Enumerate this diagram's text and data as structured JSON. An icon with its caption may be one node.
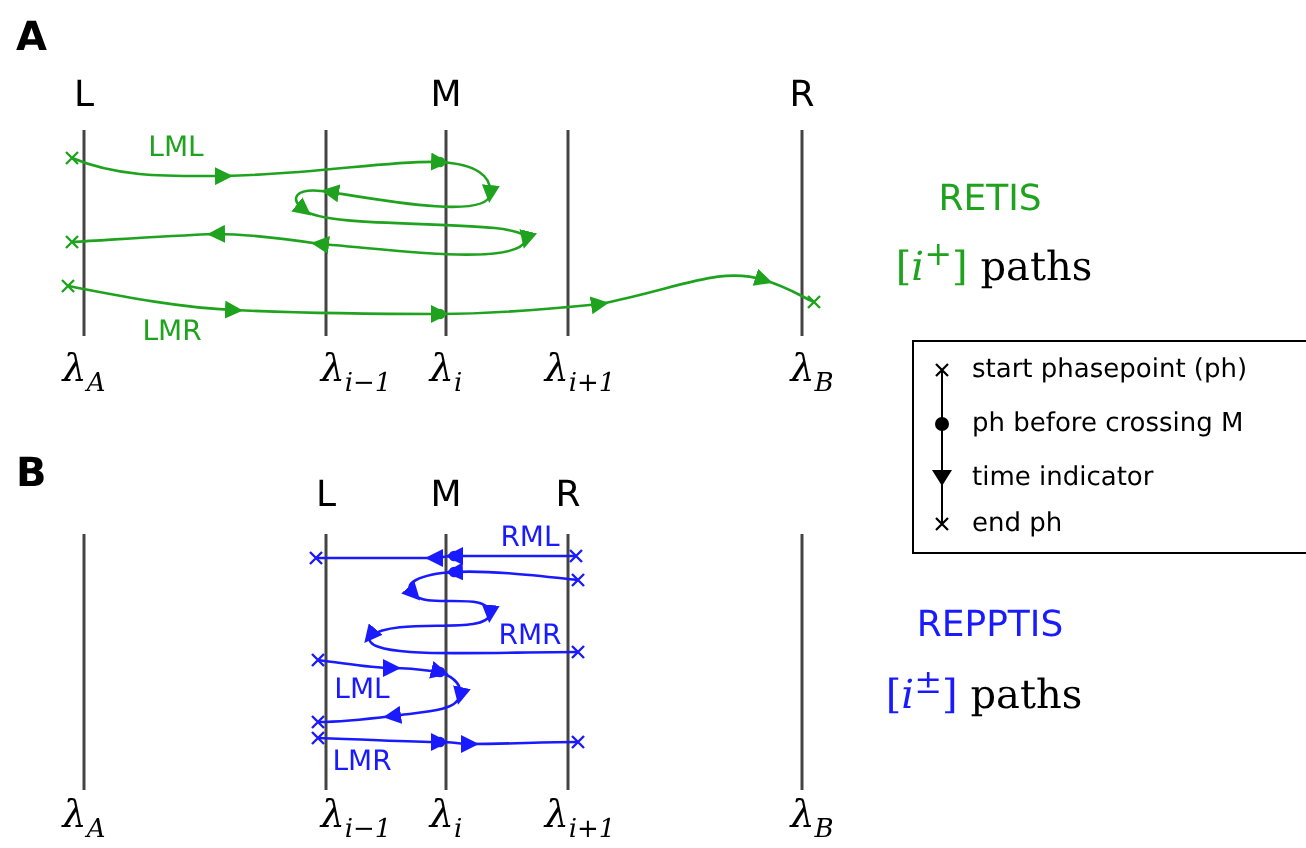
{
  "diagram": {
    "labels": [
      "A",
      "L",
      "M",
      "R",
      "LML",
      "RETIS",
      "[*i*$^{+}$] paths",
      "LMR",
      "λ$_{A}$",
      "λ$_{i−1}$",
      "λ$_{i}$",
      "λ$_{i+1}$",
      "λ$_{B}$",
      "B",
      "L",
      "M",
      "R",
      "RML",
      "RMR",
      "LML",
      "REPPTIS",
      "[*i*$^{±}$] paths",
      "LMR",
      "λ$_{A}$",
      "λ$_{i−1}$",
      "λ$_{i}$",
      "λ$_{i+1}$",
      "λ$_{B}$"
    ],
    "legend": [
      {
        "text": "start phasepoint (ph)"
      },
      {
        "text": "ph before crossing M"
      },
      {
        "text": "time indicator"
      },
      {
        "text": "end ph"
      }
    ]
  }
}
